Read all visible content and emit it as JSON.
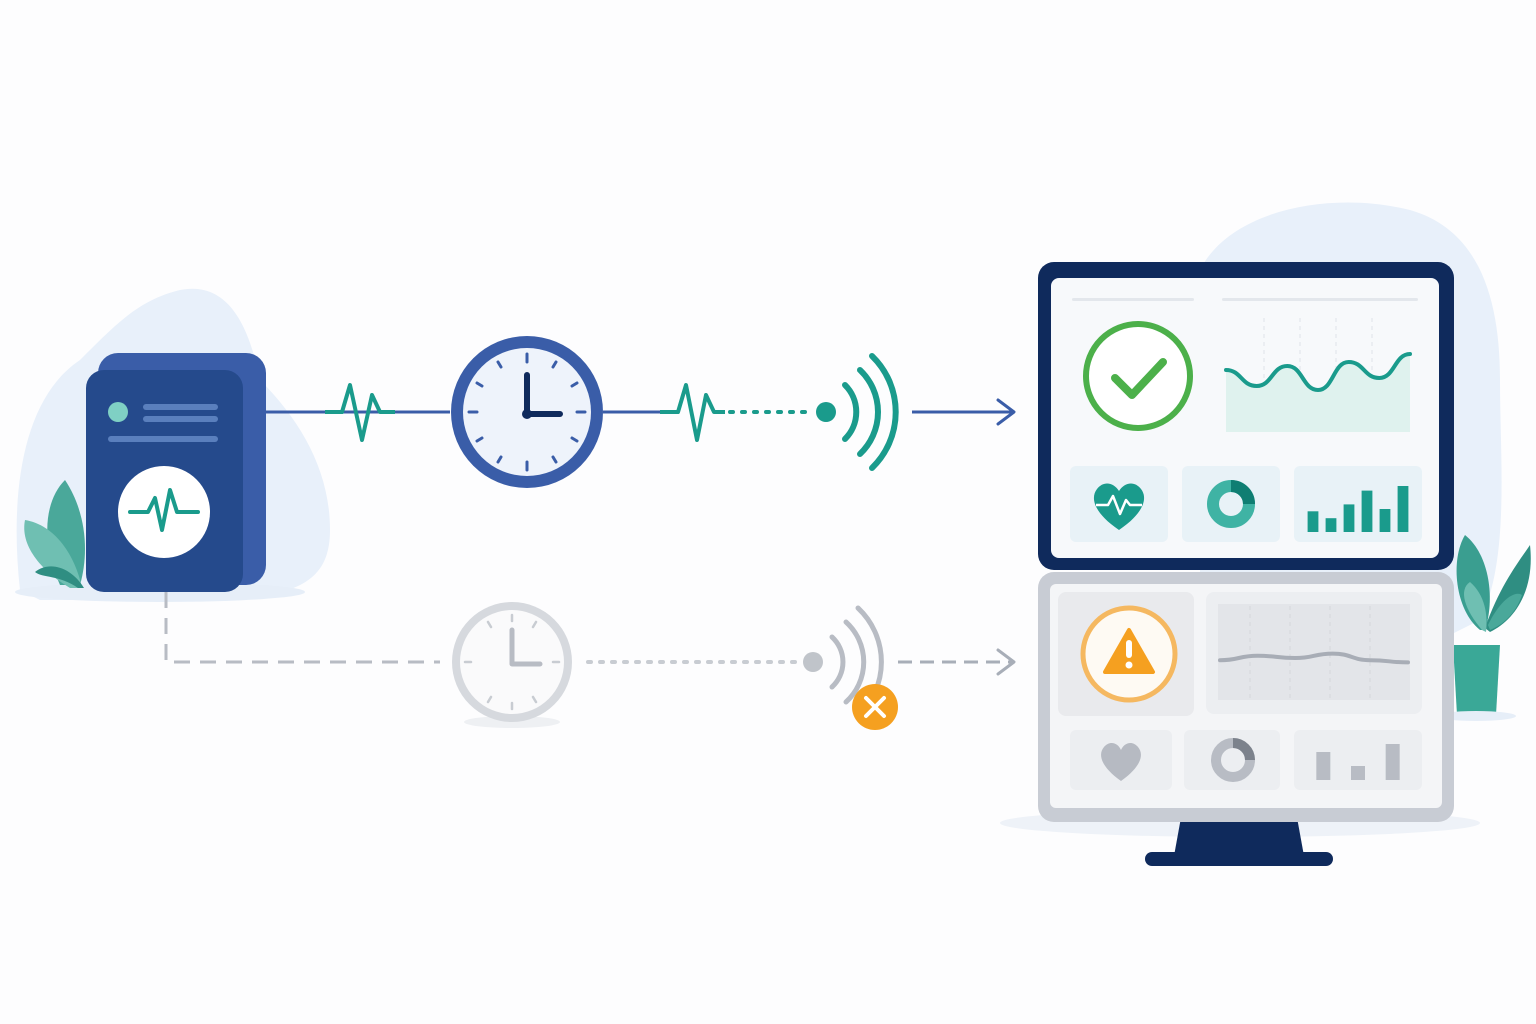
{
  "colors": {
    "navy": "#0f2a5c",
    "blue": "#3a5da8",
    "server_blue": "#2c4f94",
    "teal": "#1a9b8c",
    "green": "#4cb04a",
    "orange": "#f5a020",
    "gray": "#b8bcc4",
    "light_gray": "#d6d9de",
    "blob": "#e8f0fa",
    "mint": "#dff2ee"
  },
  "paths": {
    "healthy": {
      "status": "ok",
      "arrow_style": "solid",
      "pulses": 2,
      "icons": [
        "server-icon",
        "heartbeat-icon",
        "clock-icon",
        "wifi-signal-icon",
        "arrow-right-icon",
        "monitor-icon"
      ]
    },
    "failed": {
      "status": "failed",
      "arrow_style": "dashed",
      "icons": [
        "clock-icon",
        "wifi-signal-icon",
        "error-x-icon",
        "arrow-right-icon"
      ]
    }
  },
  "monitor": {
    "top_panel": {
      "status_icon": "check-circle-icon",
      "chart_trend": [
        0.5,
        0.3,
        0.55,
        0.25,
        0.6,
        0.4,
        0.7
      ],
      "widgets": [
        "heart-icon",
        "donut-chart-icon",
        "bar-chart-icon"
      ],
      "bar_levels": [
        0.45,
        0.3,
        0.6,
        0.9,
        0.5,
        1.0
      ]
    },
    "bottom_panel": {
      "status_icon": "warning-icon",
      "chart_trend": [
        0.45,
        0.55,
        0.5,
        0.6,
        0.45,
        0.4
      ],
      "widgets": [
        "heart-icon",
        "donut-chart-icon",
        "bar-chart-icon"
      ],
      "bar_levels": [
        0.7,
        0.35,
        0.9
      ]
    }
  }
}
